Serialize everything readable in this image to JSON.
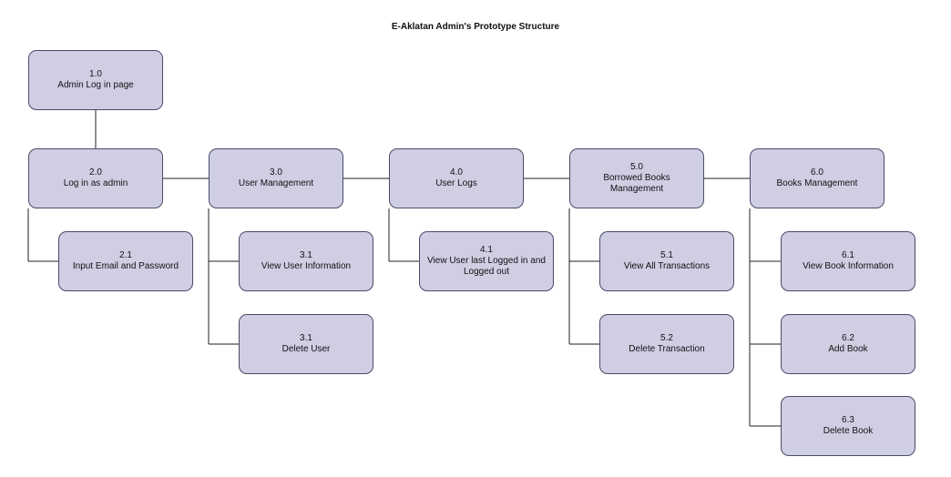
{
  "title": "E-Aklatan Admin's Prototype Structure",
  "colors": {
    "node_fill": "#d0cee3",
    "node_border": "#4a4a6a",
    "line": "#222222"
  },
  "nodes": [
    {
      "id": "1.0",
      "label": "Admin Log in page"
    },
    {
      "id": "2.0",
      "label": "Log in as admin"
    },
    {
      "id": "2.1",
      "label": "Input Email and Password"
    },
    {
      "id": "3.0",
      "label": "User Management"
    },
    {
      "id": "3.1",
      "label": "View User Information"
    },
    {
      "id": "3.1",
      "label": "Delete User"
    },
    {
      "id": "4.0",
      "label": "User Logs"
    },
    {
      "id": "4.1",
      "label": "View User last Logged in and Logged out"
    },
    {
      "id": "5.0",
      "label": "Borrowed Books Management"
    },
    {
      "id": "5.1",
      "label": "View All Transactions"
    },
    {
      "id": "5.2",
      "label": "Delete Transaction"
    },
    {
      "id": "6.0",
      "label": "Books Management"
    },
    {
      "id": "6.1",
      "label": "View Book Information"
    },
    {
      "id": "6.2",
      "label": "Add Book"
    },
    {
      "id": "6.3",
      "label": "Delete Book"
    }
  ]
}
